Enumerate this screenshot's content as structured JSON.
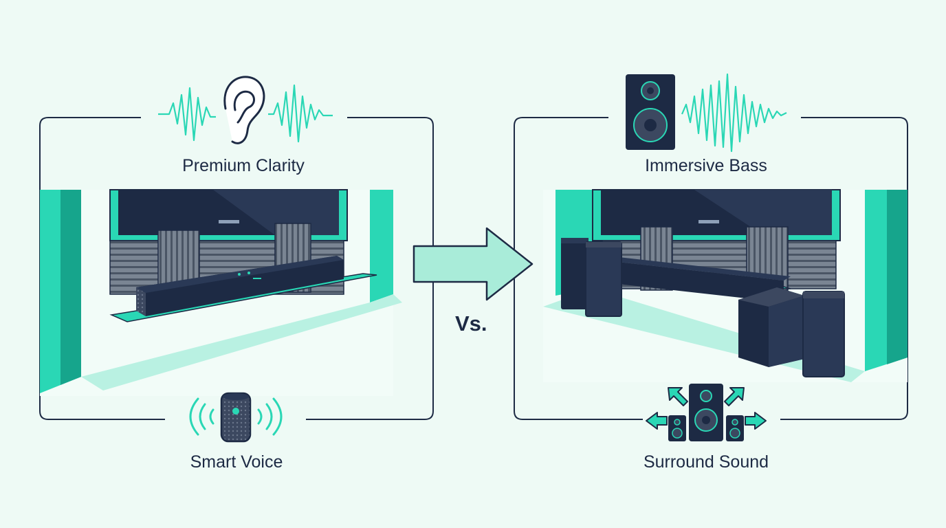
{
  "left_panel": {
    "top_label": "Premium Clarity",
    "bottom_label": "Smart Voice"
  },
  "right_panel": {
    "top_label": "Immersive Bass",
    "bottom_label": "Surround Sound"
  },
  "comparison_label": "Vs.",
  "colors": {
    "background": "#eefaf5",
    "teal": "#2ad7b5",
    "teal_dark": "#16a58c",
    "navy": "#1d2a44",
    "mint": "#a9ecd9"
  },
  "icons": [
    "ear-icon",
    "sound-wave-icon",
    "smart-speaker-icon",
    "speaker-icon",
    "surround-speakers-icon",
    "arrow-right-icon"
  ]
}
